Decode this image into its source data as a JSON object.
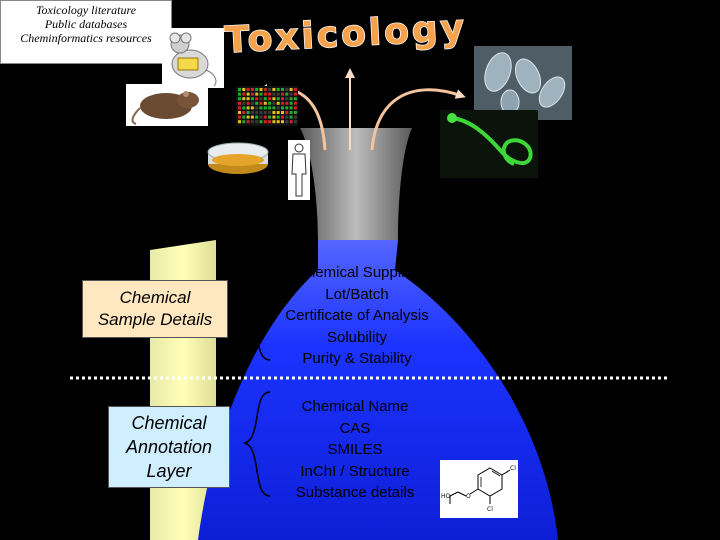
{
  "title": "Toxicology",
  "colors": {
    "background": "#000000",
    "flask_blue": "#1133ff",
    "sample_box": "#ffe7bf",
    "annotation_box": "#cfefff",
    "title_orange": "#f6a14b",
    "arrow_peach": "#f5c49c",
    "dotted_line": "#ffffff"
  },
  "sample_details": {
    "lines": [
      "Chemical",
      "Sample Details"
    ],
    "items": [
      "Chemical Supplier",
      "Lot/Batch",
      "Certificate of Analysis",
      "Solubility",
      "Purity & Stability"
    ]
  },
  "annotation_layer": {
    "lines": [
      "Chemical",
      "Annotation",
      "Layer"
    ],
    "items": [
      "Chemical Name",
      "CAS",
      "SMILES",
      "InChI / Structure",
      "Substance details"
    ]
  },
  "resources": {
    "lines": [
      "Toxicology literature",
      "Public databases",
      "Cheminformatics resources"
    ]
  },
  "structure_labels": [
    "HO",
    "Cl",
    "O",
    "Cl"
  ],
  "icons": [
    "mouse-icon",
    "rat-icon",
    "microarray-icon",
    "petri-dish-icon",
    "human-figure-icon",
    "cells-icon",
    "zebrafish-icon",
    "chemical-structure-icon"
  ]
}
